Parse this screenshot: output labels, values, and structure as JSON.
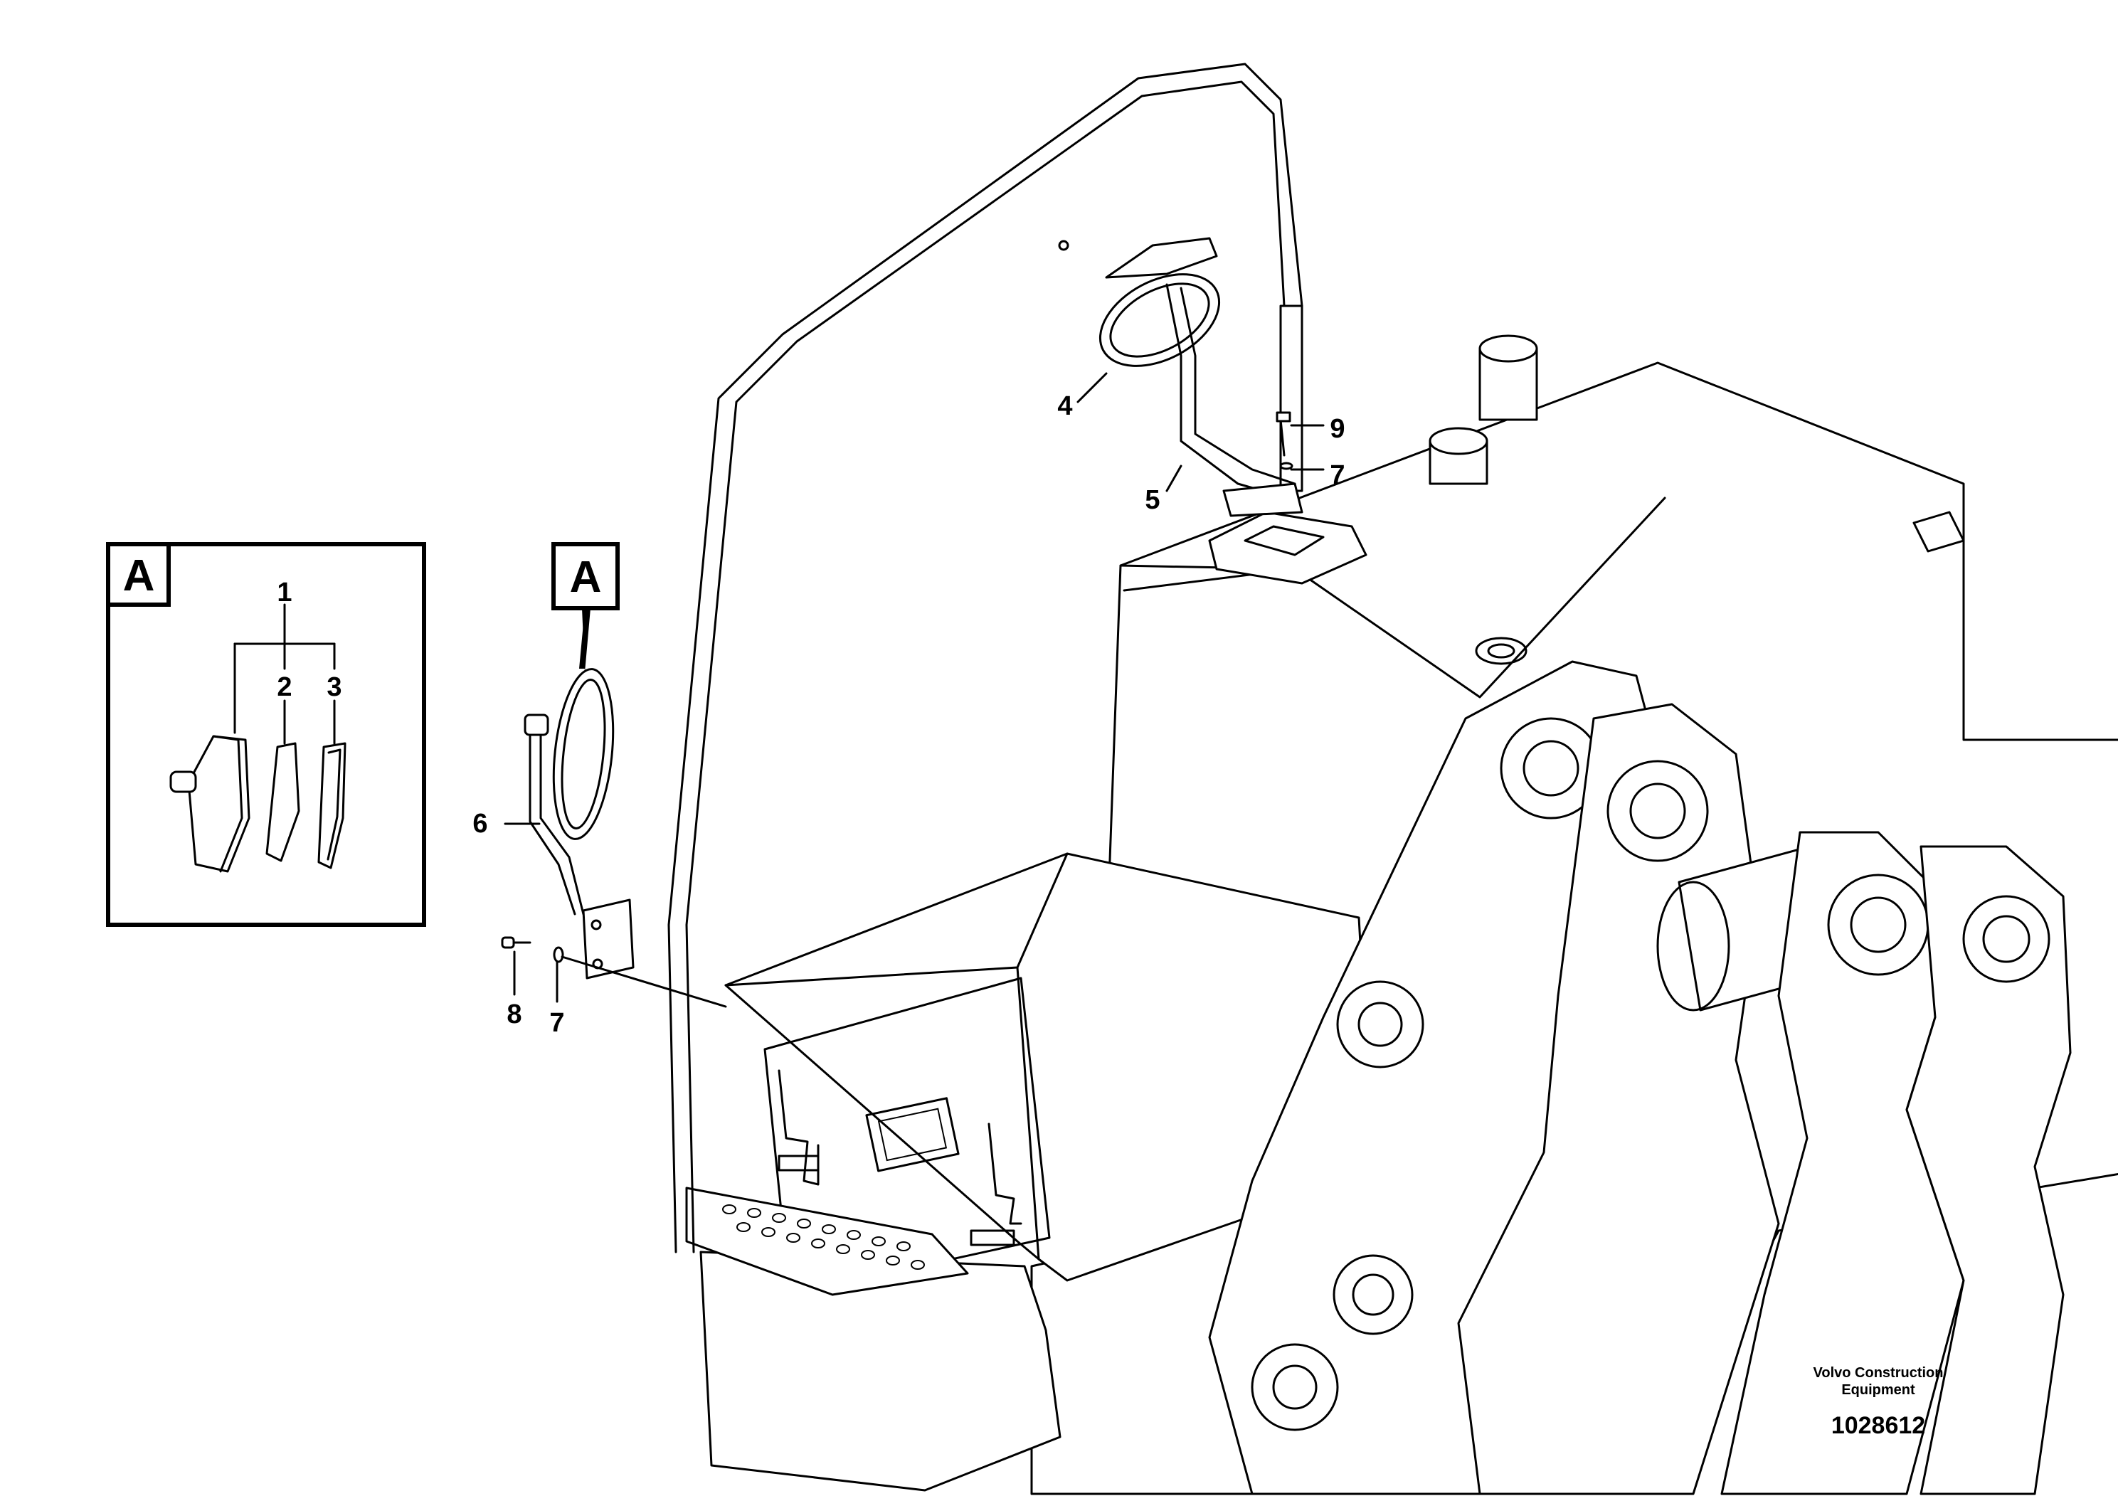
{
  "detail_marker": "A",
  "callouts": {
    "c1": "1",
    "c2": "2",
    "c3": "3",
    "c4": "4",
    "c5": "5",
    "c6": "6",
    "c7a": "7",
    "c7b": "7",
    "c8": "8",
    "c9": "9"
  },
  "credit": {
    "line1": "Volvo Construction",
    "line2": "Equipment",
    "code": "1028612"
  }
}
